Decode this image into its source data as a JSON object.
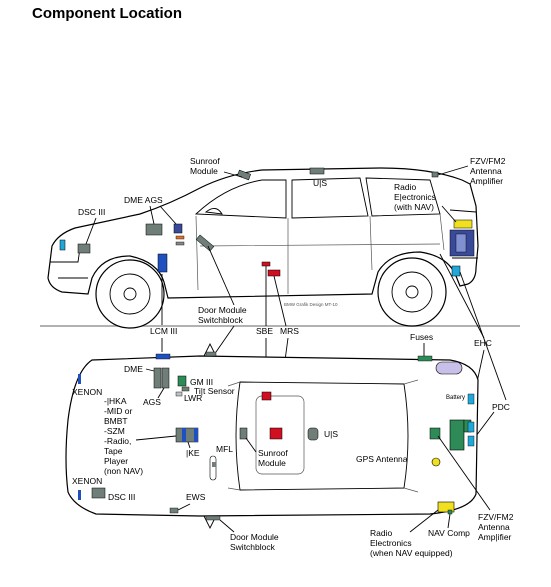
{
  "title": "Component Location",
  "side_labels": {
    "sunroof_module": [
      "Sunroof",
      "Module"
    ],
    "fzv_fm2_top": [
      "FZV/FM2",
      "Antenna",
      "Amplifier"
    ],
    "uis_top": "U|S",
    "radio_electronics_top": [
      "Radio",
      "E|ectronics",
      "(with NAV)"
    ],
    "dme_ags": "DME AGS",
    "dsc_top": "DSC III",
    "door_module_top": [
      "Door Module",
      "Switchblock"
    ],
    "lcm": "LCM III",
    "sbe": "SBE",
    "mrs": "MRS",
    "fuses": "Fuses",
    "ehc": "EHC",
    "pdc": "PDC",
    "credit": "BMW  Grafik Design MT-10"
  },
  "top_labels": {
    "xenon_front": "XENON",
    "dme": "DME",
    "ags": "AGS",
    "gm": "GM III",
    "tilt_sensor": "Ti|t Sensor",
    "lwr": "LWR",
    "ihka_list": [
      "-|HKA",
      "-MID or",
      " BMBT",
      "-SZM",
      "-Radio,",
      " Tape",
      " Player",
      " (non NAV)"
    ],
    "ike": "|KE",
    "mfl": "MFL",
    "sunroof_module": [
      "Sunroof",
      "Module"
    ],
    "uis": "U|S",
    "battery": "Battery",
    "gps_antenna": "GPS Antenna",
    "xenon_rear": "XENON",
    "dsc": "DSC III",
    "ews": "EWS",
    "door_module": [
      "Door Module",
      "Switchblock"
    ],
    "radio_electronics": [
      "Radio",
      "Electronics",
      "(when NAV equipped)"
    ],
    "nav_comp": "NAV Comp",
    "fzv_fm2": [
      "FZV/FM2",
      "Antenna",
      "Amp|ifier"
    ]
  },
  "colors": {
    "green": "#2e8b57",
    "grey": "#6f7f78",
    "red": "#d01020",
    "blue": "#2050c0",
    "cyan": "#20a8d8",
    "yellow": "#f0e020",
    "navy": "#3a4a9a",
    "lavender": "#c8c0e8"
  }
}
